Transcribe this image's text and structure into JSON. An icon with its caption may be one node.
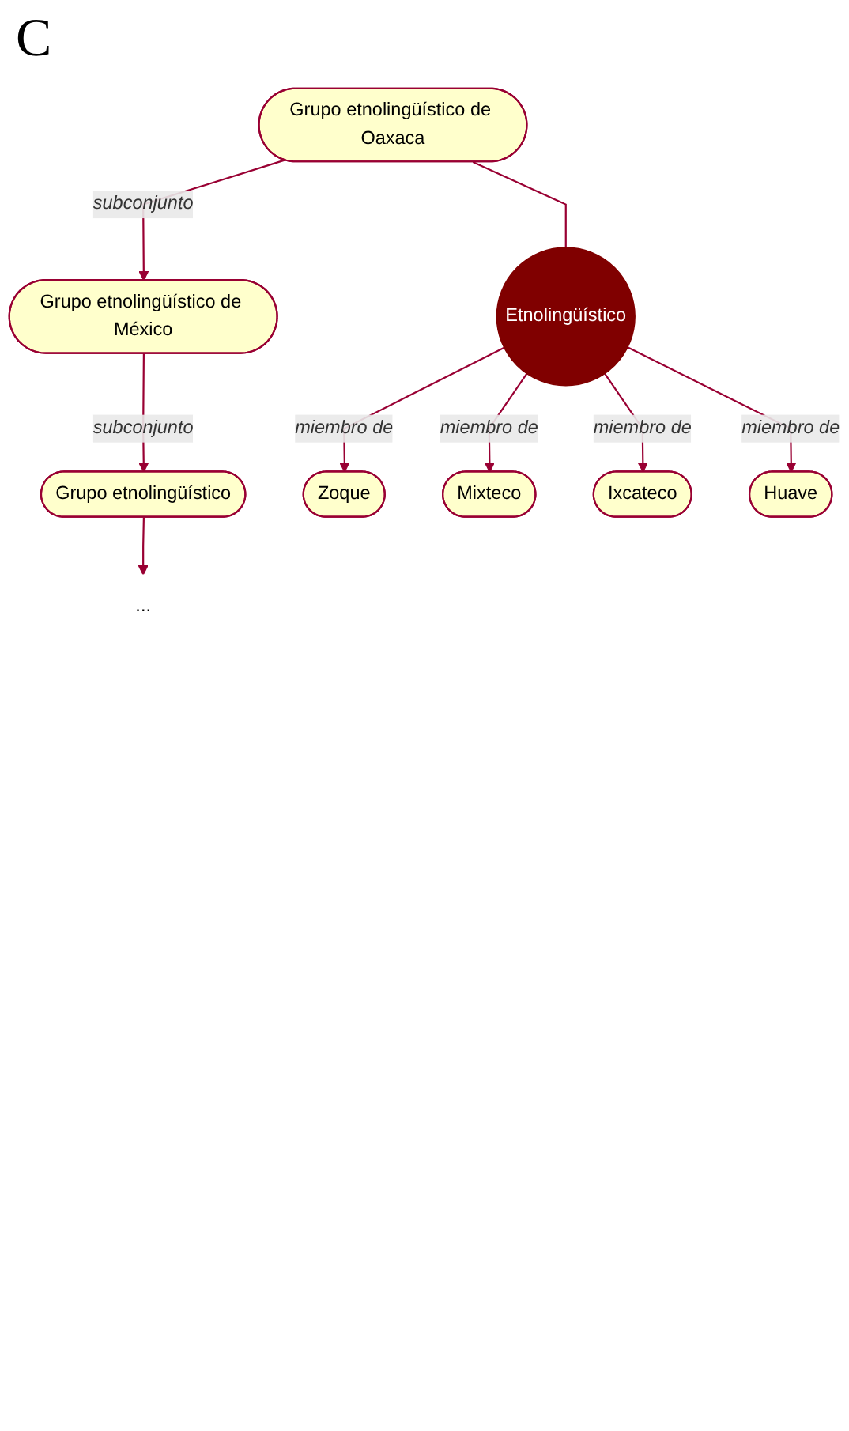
{
  "diagram": {
    "nodes": [
      {
        "text": [
          "..."
        ]
      },
      {
        "text": [
          "Grupo etnolingüístico"
        ]
      },
      {
        "text": [
          "Grupo etnolingüístico de México"
        ]
      },
      {
        "text": [
          "Grupo etnolingüístico de Oaxaca"
        ]
      },
      {
        "text": [
          "Etnolingüístico"
        ]
      },
      {
        "text": [
          "Zoque"
        ]
      },
      {
        "text": [
          "Mixteco"
        ]
      },
      {
        "text": [
          "Ixcateco"
        ]
      },
      {
        "text": [
          "Huave"
        ]
      }
    ],
    "edges": [
      {
        "from": 1,
        "to": 0,
        "arrow": "to"
      },
      {
        "from": 2,
        "to": 1,
        "arrow": "to",
        "label": "subconjunto"
      },
      {
        "from": 3,
        "to": 2,
        "arrow": "to",
        "label": "subconjunto"
      },
      {
        "from": 3,
        "to": 4,
        "arrow": "none"
      },
      {
        "from": 4,
        "to": 5,
        "arrow": "to",
        "label": "miembro de"
      },
      {
        "from": 4,
        "to": 6,
        "arrow": "to",
        "label": "miembro de"
      },
      {
        "from": 4,
        "to": 7,
        "arrow": "to",
        "label": "miembro de"
      },
      {
        "from": 4,
        "to": 8,
        "arrow": "to",
        "label": "miembro de"
      }
    ],
    "labels": [
      "C"
    ]
  }
}
